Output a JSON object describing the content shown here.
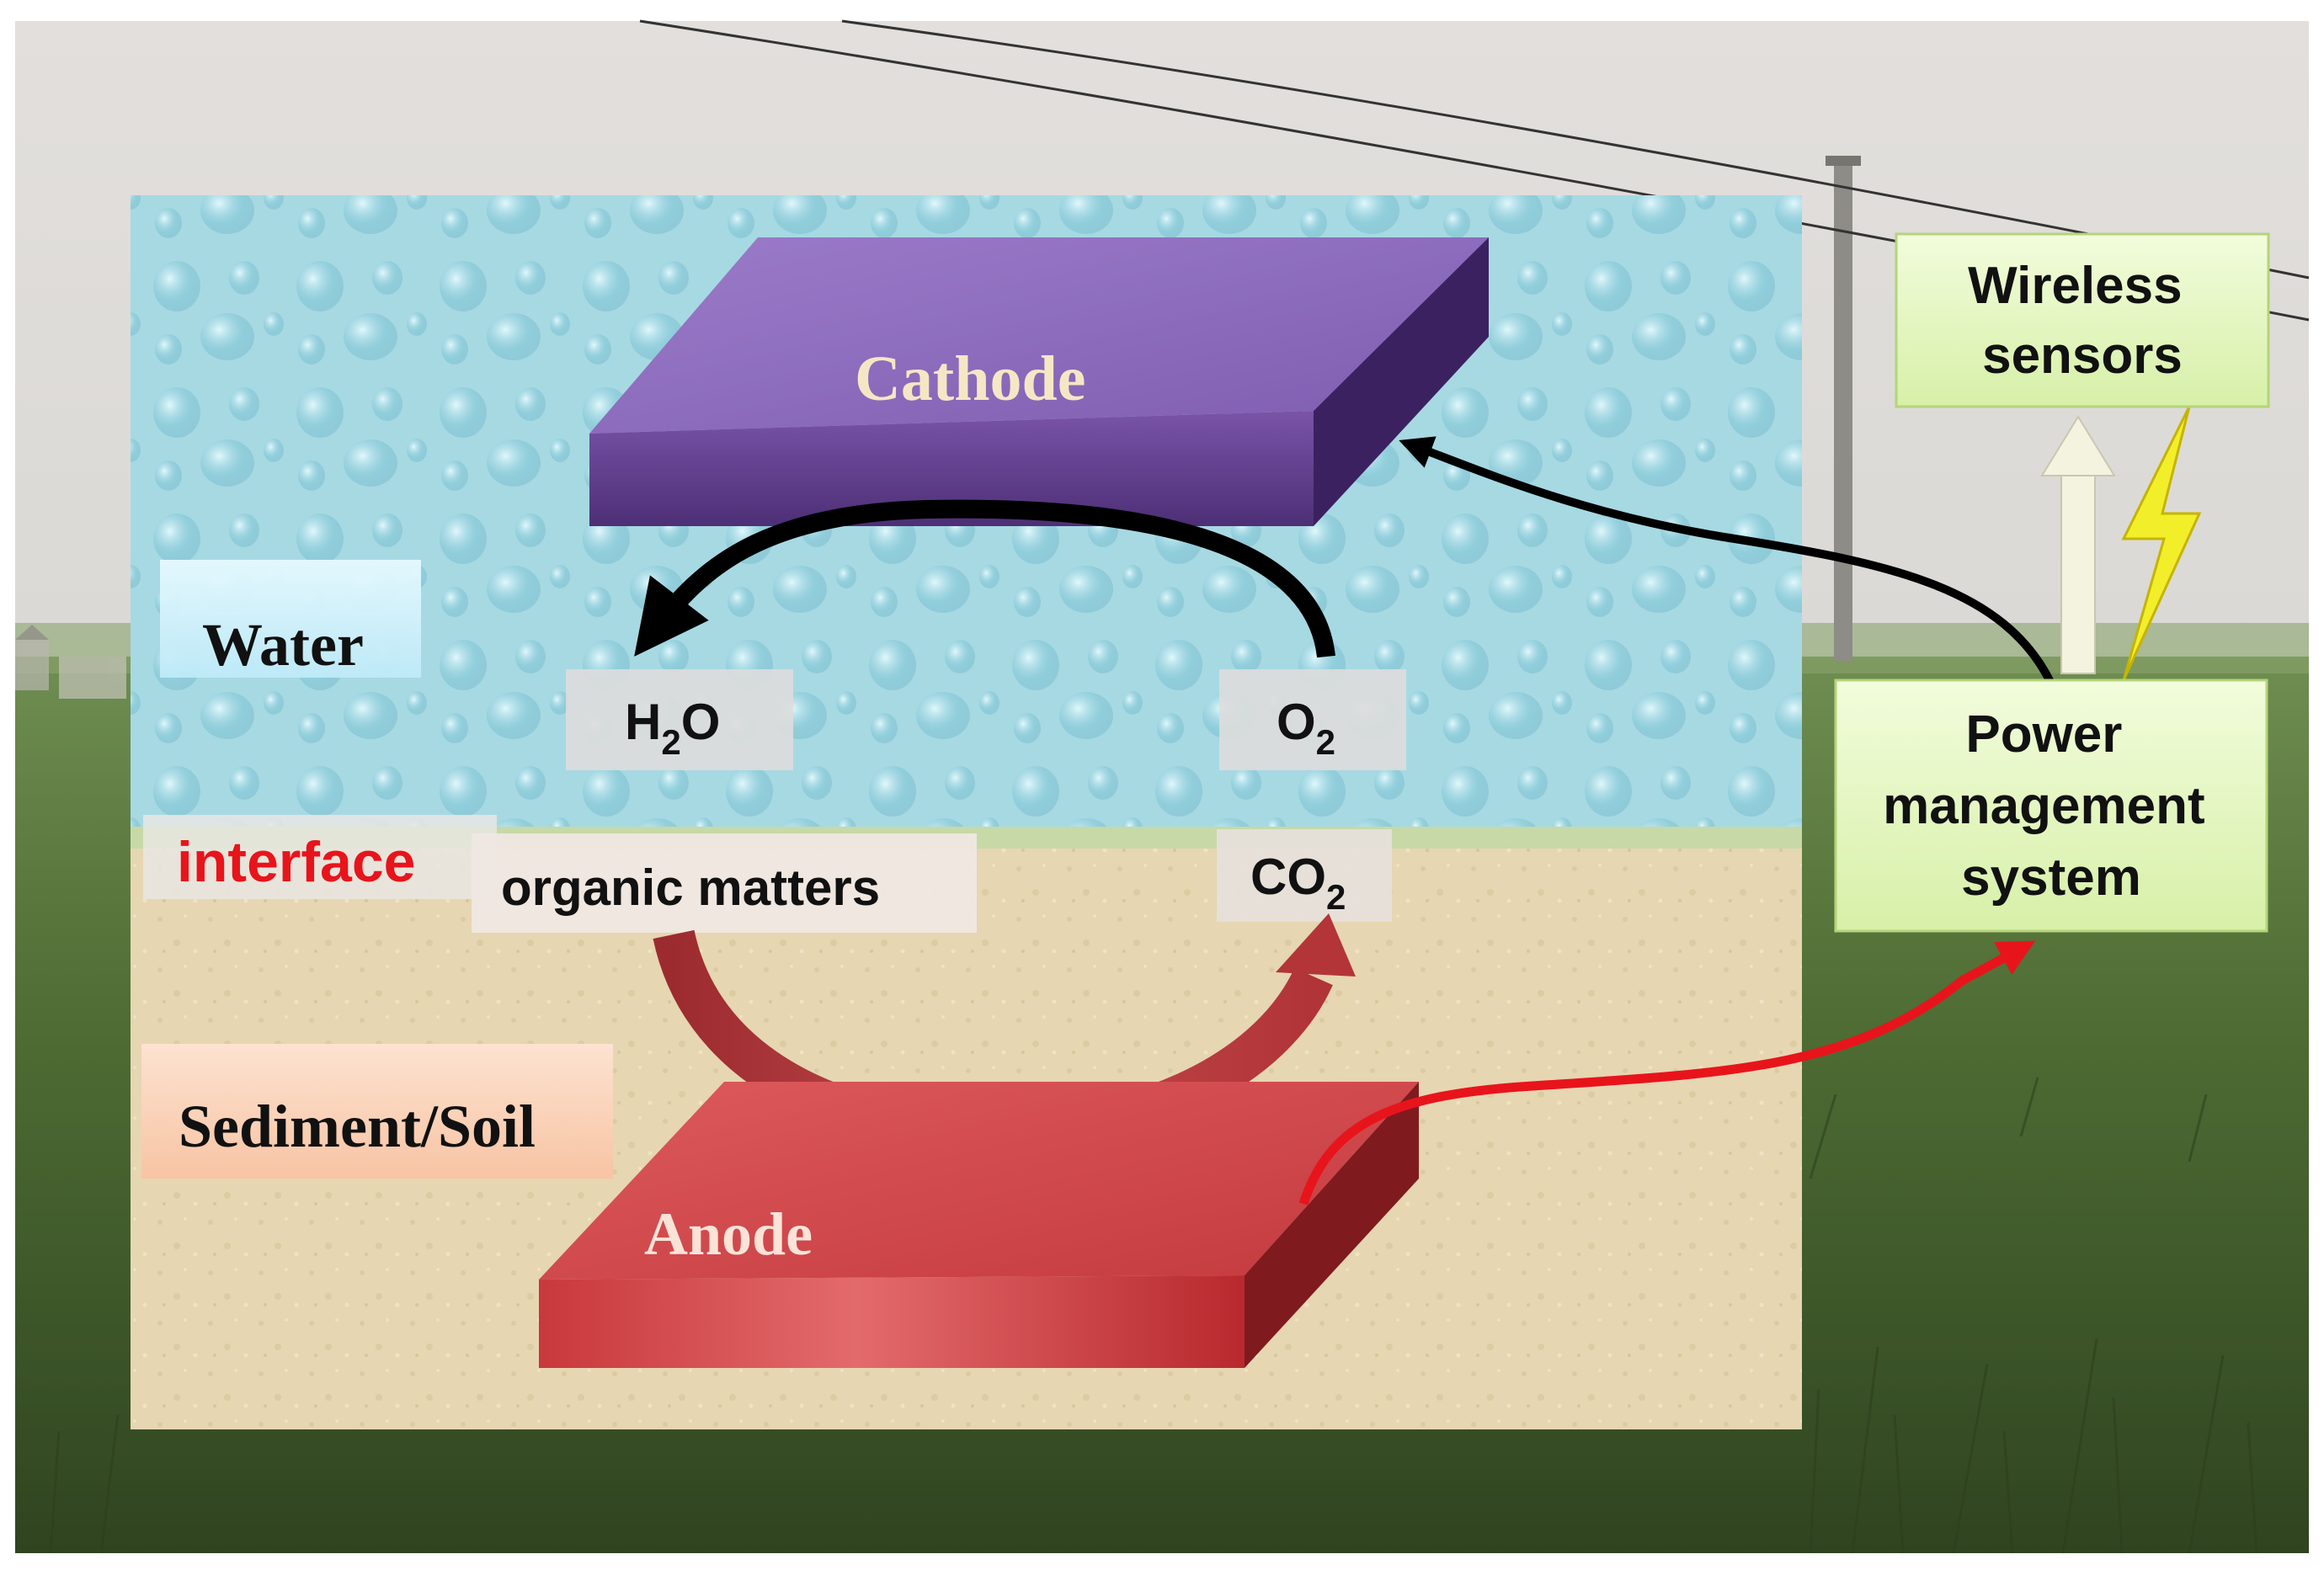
{
  "labels": {
    "cathode": "Cathode",
    "anode": "Anode",
    "water": "Water",
    "sediment": "Sediment/Soil",
    "interface": "interface",
    "h2o": {
      "base": "H",
      "sub": "2",
      "tail": "O"
    },
    "o2": {
      "base": "O",
      "sub": "2"
    },
    "co2": {
      "base": "CO",
      "sub": "2"
    },
    "organic": "organic matters",
    "wireless": [
      "Wireless",
      "sensors"
    ],
    "power": [
      "Power",
      "management",
      "system"
    ]
  },
  "colors": {
    "cathode": "#7b57a8",
    "anode": "#c43a3e",
    "water": "#9fd4df",
    "soil": "#e3d3ad",
    "interface_text": "#e8141b",
    "green_box": "#e6f7c4",
    "lightning": "#f2ef2a",
    "wire_red": "#e8141b",
    "wire_black": "#000000"
  }
}
